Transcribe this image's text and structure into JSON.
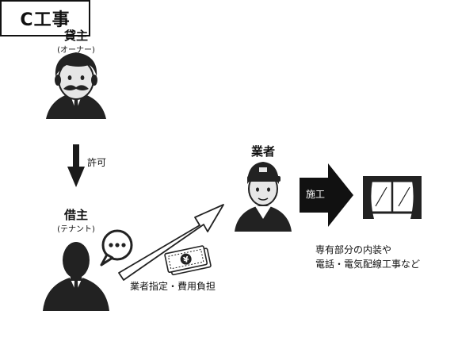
{
  "title": "C工事",
  "owner": {
    "label": "貸主",
    "sub": "(オーナー)"
  },
  "approval": "許可",
  "tenant": {
    "label": "借主",
    "sub": "(テナント)"
  },
  "contractor": {
    "label": "業者"
  },
  "construction": "施工",
  "designation": "業者指定・費用負担",
  "scope_line1": "専有部分の内装や",
  "scope_line2": "電話・電気配線工事など",
  "money_symbol": "¥",
  "colors": {
    "ink": "#1a1a1a",
    "skin": "#e6e6e6",
    "mid": "#333333"
  }
}
